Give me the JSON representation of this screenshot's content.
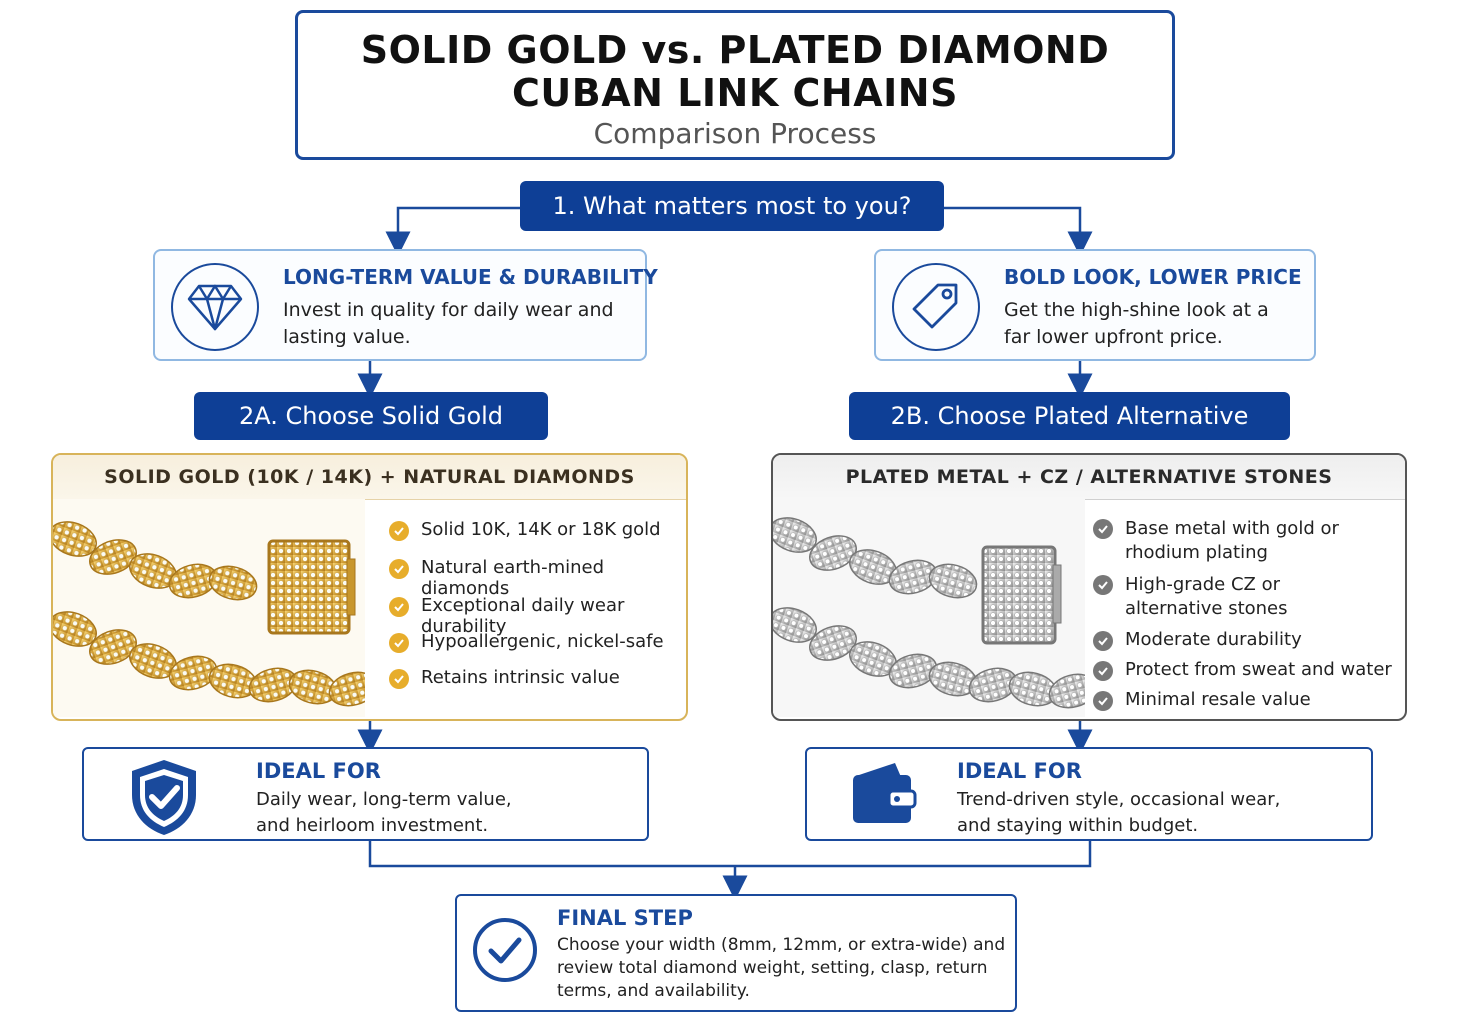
{
  "title": {
    "line1": "SOLID GOLD vs. PLATED DIAMOND",
    "line2": "CUBAN LINK CHAINS",
    "subtitle": "Comparison Process"
  },
  "step1": {
    "label": "1. What matters most to you?"
  },
  "left": {
    "option_heading": "LONG-TERM VALUE & DURABILITY",
    "option_text": "Invest in quality for daily wear and lasting value.",
    "icon": "diamond-icon",
    "step_label": "2A. Choose Solid Gold",
    "panel_heading": "SOLID GOLD (10K / 14K) + NATURAL DIAMONDS",
    "features": [
      "Solid 10K, 14K or 18K gold",
      "Natural earth-mined diamonds",
      "Exceptional daily wear durability",
      "Hypoallergenic, nickel-safe",
      "Retains intrinsic value"
    ],
    "ideal_heading": "IDEAL FOR",
    "ideal_text": "Daily wear, long-term value, and heirloom investment.",
    "ideal_icon": "shield-check-icon",
    "accent": "#e7ad2b"
  },
  "right": {
    "option_heading": "BOLD LOOK, LOWER PRICE",
    "option_text": "Get the high-shine look at a far lower upfront price.",
    "icon": "price-tag-icon",
    "step_label": "2B. Choose Plated Alternative",
    "panel_heading": "PLATED METAL + CZ / ALTERNATIVE STONES",
    "features": [
      "Base metal with gold or rhodium plating",
      "High-grade CZ or alternative stones",
      "Moderate durability",
      "Protect from sweat and water",
      "Minimal resale value"
    ],
    "ideal_heading": "IDEAL FOR",
    "ideal_text": "Trend-driven style, occasional wear, and staying within budget.",
    "ideal_icon": "wallet-icon",
    "accent": "#777777"
  },
  "final": {
    "heading": "FINAL STEP",
    "text": "Choose your width (8mm, 12mm, or extra-wide) and review total diamond weight, setting, clasp, return terms, and availability.",
    "icon": "check-circle-icon"
  },
  "colors": {
    "primary": "#0e3f96",
    "border": "#1a4a9c",
    "card_border": "#90b8e2",
    "gold_border": "#d8b45a"
  }
}
